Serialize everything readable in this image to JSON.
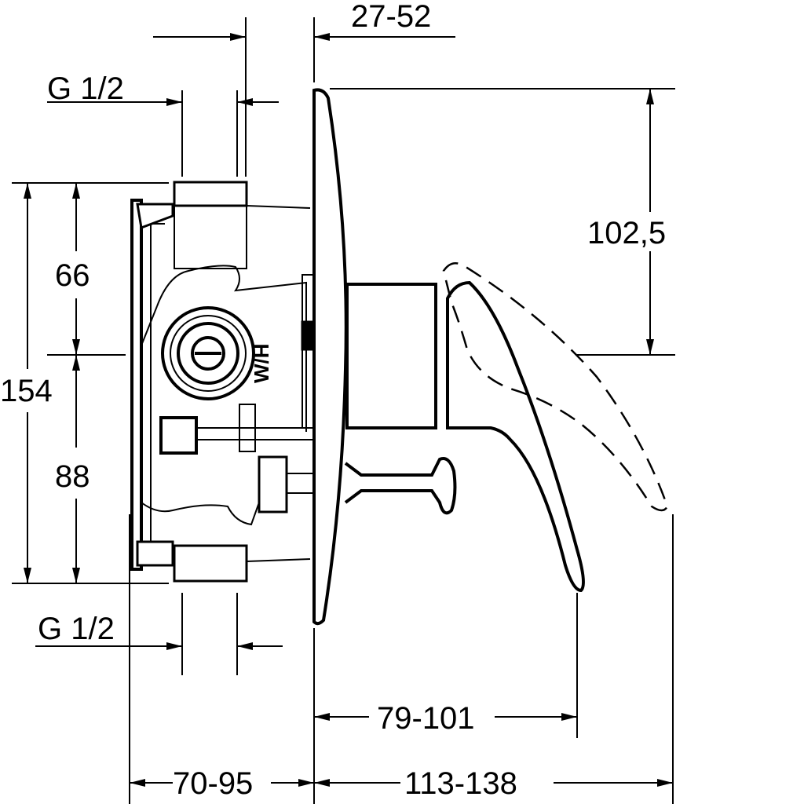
{
  "drawing": {
    "title": "Concealed single-lever shower mixer dimension drawing",
    "marking": "W/H",
    "colors": {
      "line": "#000000",
      "background": "#ffffff"
    },
    "dimensions": {
      "top_depth": "27-52",
      "thread_top": "G 1/2",
      "thread_bottom": "G 1/2",
      "upper_height": "66",
      "total_height": "154",
      "lower_height": "88",
      "lever_height": "102,5",
      "lever_projection": "79-101",
      "body_depth": "70-95",
      "total_projection": "113-138"
    }
  }
}
